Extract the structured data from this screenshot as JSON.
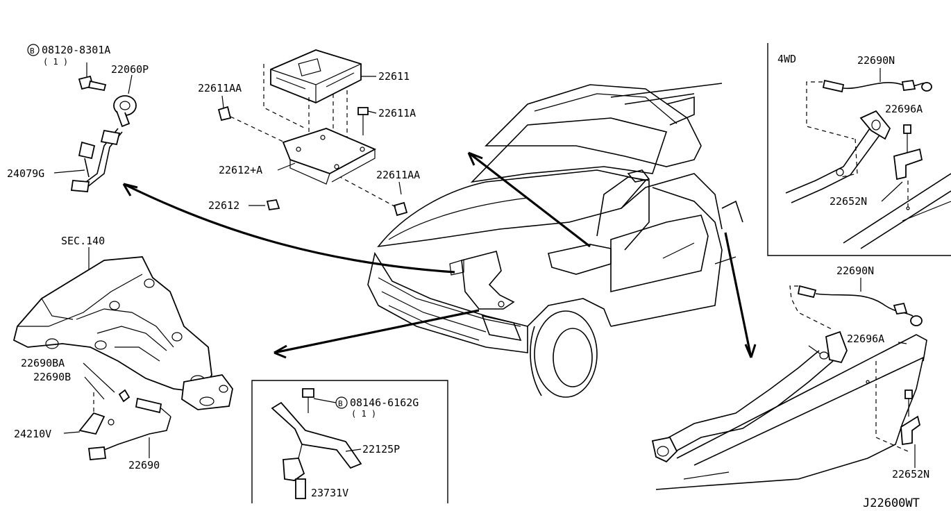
{
  "diagram_id": "J22600WT",
  "labels": {
    "bolt_b1": "08120-8301A",
    "bolt_b1_qty": "( 1 )",
    "b_marker": "B",
    "p22060P": "22060P",
    "p24079G": "24079G",
    "p22611AA_top": "22611AA",
    "p22611": "22611",
    "p22611A": "22611A",
    "p22612A": "22612+A",
    "p22611AA_bot": "22611AA",
    "p22612": "22612",
    "sec140": "SEC.140",
    "p22690BA": "22690BA",
    "p22690B": "22690B",
    "p24210V": "24210V",
    "p22690": "22690",
    "bolt_b2": "08146-6162G",
    "bolt_b2_qty": "( 1 )",
    "p22125P": "22125P",
    "p23731V": "23731V",
    "box_4wd": "4WD",
    "p22690N_box": "22690N",
    "p22696A_box": "22696A",
    "p22652N_box": "22652N",
    "p22690N_right": "22690N",
    "p22696A_right": "22696A",
    "p22652N_right": "22652N"
  }
}
